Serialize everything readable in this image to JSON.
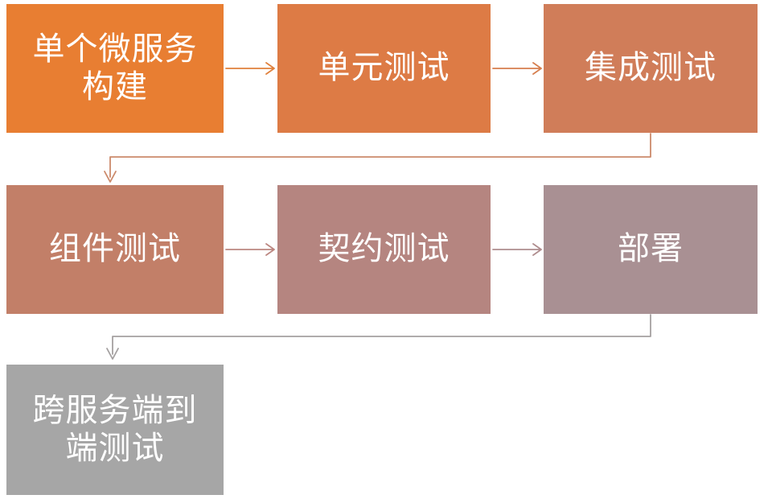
{
  "diagram": {
    "type": "flowchart",
    "background_color": "#FFFFFF",
    "node_text_color": "#FFFFFF"
  },
  "nodes": [
    {
      "id": "single-microservice-build",
      "label": "单个微服务\n构建",
      "color": "#E87E32"
    },
    {
      "id": "unit-test",
      "label": "单元测试",
      "color": "#DD7B45"
    },
    {
      "id": "integration-test",
      "label": "集成测试",
      "color": "#D07D59"
    },
    {
      "id": "component-test",
      "label": "组件测试",
      "color": "#C27F68"
    },
    {
      "id": "contract-test",
      "label": "契约测试",
      "color": "#B58580"
    },
    {
      "id": "deploy",
      "label": "部署",
      "color": "#A99093"
    },
    {
      "id": "cross-service-e2e-test",
      "label": "跨服务端到\n端测试",
      "color": "#A6A6A6"
    }
  ],
  "connectors": [
    {
      "id": "build-to-unit-test",
      "from": "single-microservice-build",
      "to": "unit-test",
      "color": "#E0813D"
    },
    {
      "id": "unit-test-to-integration",
      "from": "unit-test",
      "to": "integration-test",
      "color": "#D67F4F"
    },
    {
      "id": "integration-to-component",
      "from": "integration-test",
      "to": "component-test",
      "color": "#CC8A6B"
    },
    {
      "id": "component-to-contract",
      "from": "component-test",
      "to": "contract-test",
      "color": "#BC8781"
    },
    {
      "id": "contract-to-deploy",
      "from": "contract-test",
      "to": "deploy",
      "color": "#AF8D8E"
    },
    {
      "id": "deploy-to-cross-service-e2e",
      "from": "deploy",
      "to": "cross-service-e2e-test",
      "color": "#A5A1A1"
    }
  ]
}
